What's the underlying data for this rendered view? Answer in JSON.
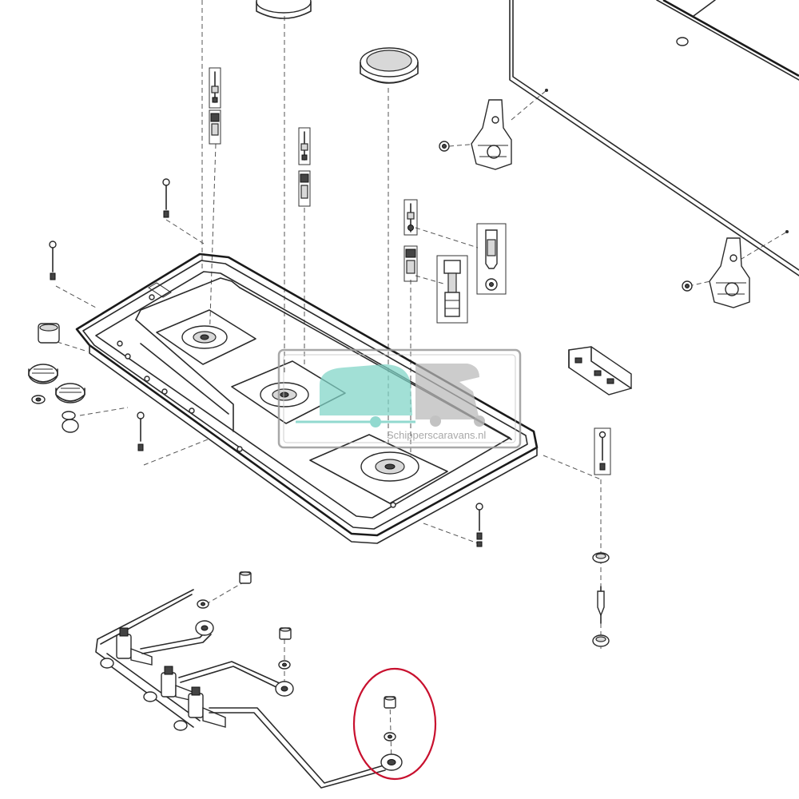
{
  "diagram": {
    "type": "exploded-parts-diagram",
    "subject": "three-burner gas hob assembly",
    "highlight_color": "#c8102e",
    "line_color": "#2a2a2a",
    "watermark": {
      "text": "Schipperscaravans.nl",
      "colors": {
        "teal": "#7fd3c7",
        "gray": "#b8b8b8",
        "frame": "#9a9a9a"
      }
    }
  }
}
